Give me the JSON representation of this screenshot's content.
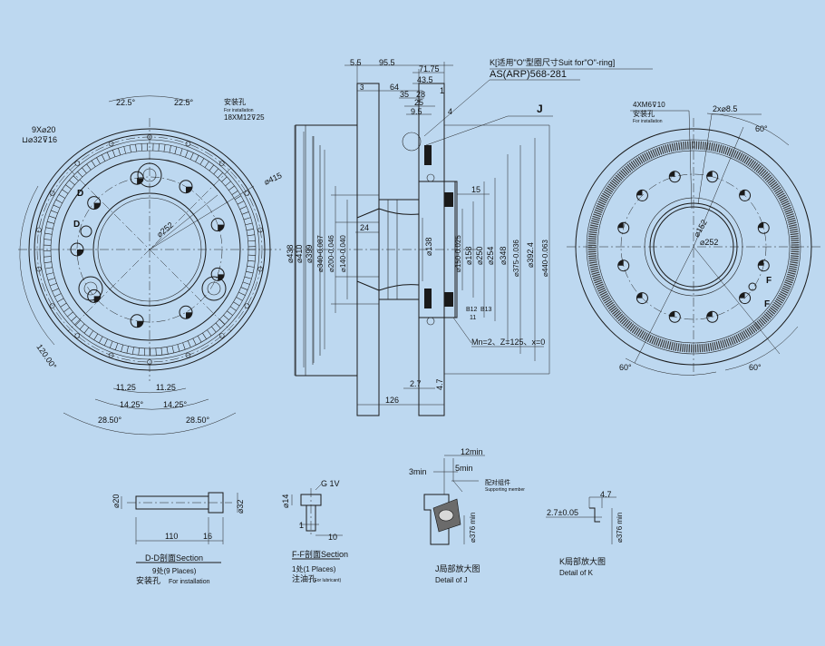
{
  "colors": {
    "background": "#bdd8f0",
    "line": "#1a1a1a",
    "ring": "#333333"
  },
  "left_view": {
    "angle_top_left": "22.5°",
    "angle_top_right": "22.5°",
    "holes_note_1": "9X⌀20",
    "holes_note_2": "⊔⌀32⊽16",
    "install_cn": "安装孔",
    "install_en": "For installation",
    "install_spec": "18XM12⊽25",
    "dia_415": "⌀415",
    "dia_252": "⌀252",
    "label_d1": "D",
    "label_d2": "D",
    "angle_120": "120.00°",
    "angle_1125_l": "11.25",
    "angle_1125_r": "11.25",
    "angle_1425_l": "14.25°",
    "angle_1425_r": "14.25°",
    "angle_2850_l": "28.50°",
    "angle_2850_r": "28.50°"
  },
  "section_view": {
    "top_dims": [
      "5.5",
      "95.5",
      "71.75",
      "43.5",
      "3",
      "64",
      "35",
      "28",
      "1",
      "25",
      "9.5",
      "4"
    ],
    "k_note": "K[适用\"O\"型圈尺寸Suit for\"O\"-ring]",
    "as_note": "AS(ARP)568-281",
    "j_label": "J",
    "left_dias": [
      "⌀438",
      "⌀410",
      "⌀399",
      "⌀340-0.087",
      "⌀200-0.046",
      "⌀140-0.040"
    ],
    "dim_24": "24",
    "dim_15": "15",
    "right_dias": [
      "⌀138",
      "⌀150-0.025",
      "⌀158",
      "⌀250",
      "⌀254",
      "⌀348",
      "⌀375-0.036",
      "⌀392.4",
      "⌀440-0.063"
    ],
    "b12": "B12",
    "b13": "B13",
    "n11": "11",
    "gear_note": "Mn=2、Z=125、x=0",
    "dim_27": "2.7",
    "dim_47": "4.7",
    "dim_126": "126"
  },
  "right_view": {
    "note_4xm6": "4XM6⊽10",
    "install_cn": "安装孔",
    "install_en": "For installation",
    "note_2x85": "2x⌀8.5",
    "angle_top": "60°",
    "angle_bl": "60°",
    "angle_br": "60°",
    "dia_152": "⌀152",
    "dia_252": "⌀252",
    "label_f1": "F",
    "label_f2": "F"
  },
  "detail_dd": {
    "dia_20": "⌀20",
    "dia_32": "⌀32",
    "len_110": "110",
    "len_16": "16",
    "title": "D-D剖面Section",
    "places": "9处(9 Places)",
    "caption_cn": "安装孔",
    "caption_en": "For installation"
  },
  "detail_ff": {
    "g": "G 1V",
    "dia_14": "⌀14",
    "len_1": "1",
    "len_10": "10",
    "title": "F-F剖面Section",
    "places": "1处(1 Places)",
    "caption_cn": "注油孔",
    "caption_en": "(For lubricant)"
  },
  "detail_j": {
    "min12": "12min",
    "min3": "3min",
    "min5": "5min",
    "supp_cn": "配对组件",
    "supp_en": "Supporting member",
    "dia376": "⌀376 min",
    "title": "J局部放大图",
    "subtitle": "Detail of J"
  },
  "detail_k": {
    "dim_47": "4.7",
    "dim_27": "2.7±0.05",
    "dia376": "⌀376 min",
    "title": "K局部放大图",
    "subtitle": "Detail of K"
  }
}
